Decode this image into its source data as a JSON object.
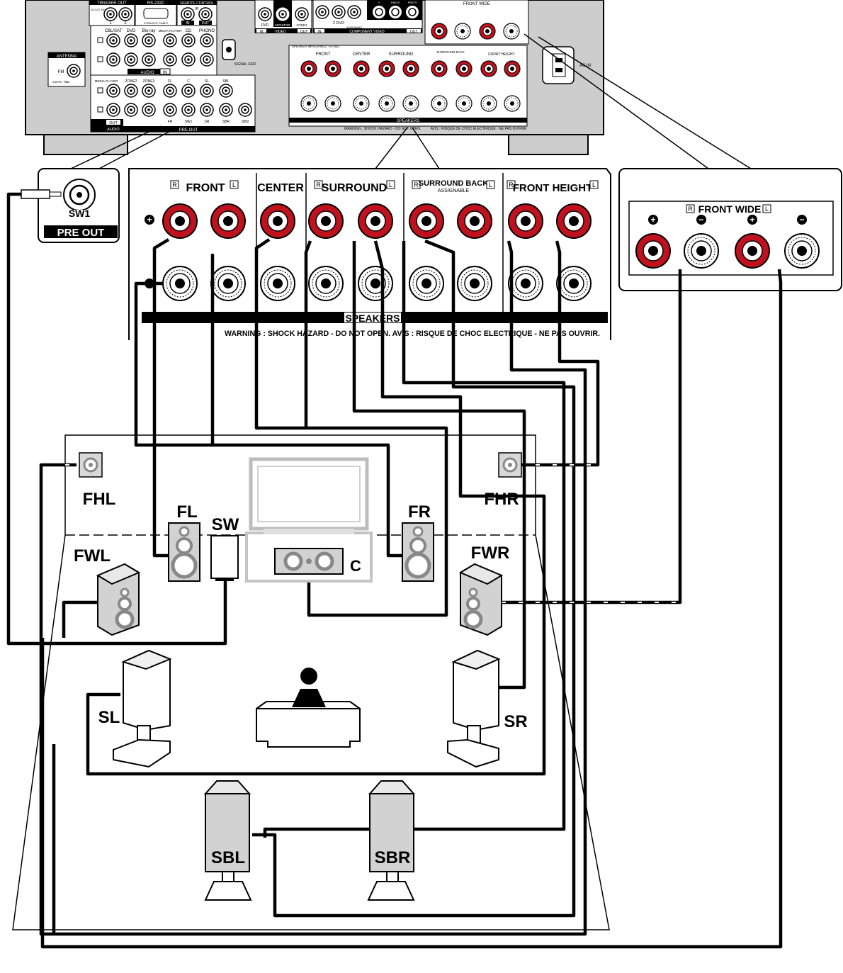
{
  "receiver": {
    "rear_labels": {
      "trigger_out": "TRIGGER OUT",
      "trigger_spec": "DC12V 150mA MAX.",
      "trigger_1": "1",
      "trigger_2": "2",
      "rs232c": "RS-232C",
      "straight_cable": "STRAIGHT CABLE",
      "remote_control": "REMOTE CONTROL",
      "remote_ir": "IR",
      "remote_in": "IN",
      "remote_out": "OUT",
      "antenna": "ANTENNA",
      "fm": "FM",
      "coax": "COAX. 75Ω",
      "audio_inputs": [
        "CBL/SAT",
        "DVD",
        "Blu-ray",
        "MEDIA PLAYER",
        "CD",
        "PHONO"
      ],
      "audio_in": "AUDIO",
      "audio_in_tag": "IN",
      "signal_gnd": "SIGNAL GND",
      "preout_top": [
        "MEDIA PLAYER",
        "ZONE2",
        "ZONE3",
        "FL",
        "C",
        "SL",
        "SBL"
      ],
      "preout_bottom": [
        "FR",
        "SW1",
        "SR",
        "SBR",
        "SW2"
      ],
      "audio_out_tag": "OUT",
      "audio_out": "AUDIO",
      "pre_out": "PRE OUT",
      "video_inputs": [
        "DVD",
        "MONITOR",
        "ZONE2"
      ],
      "video_in": "IN",
      "video": "VIDEO",
      "video_out": "OUT",
      "component_in": "IN",
      "component_video": "COMPONENT VIDEO",
      "component_out": "OUT",
      "component_2dvd": "2 DVD",
      "assignable": "ASSIGNABLE",
      "component_cols": [
        "Y",
        "PB/CB",
        "PR/CR"
      ],
      "speaker_impedance": "SPEAKER IMPEDANCE : 6~16Ω",
      "front_wide": "FRONT WIDE",
      "front": "FRONT",
      "center": "CENTER",
      "surround": "SURROUND",
      "surround_back": "SURROUND BACK",
      "surround_back_sub": "ASSIGNABLE",
      "front_height": "FRONT HEIGHT",
      "speakers": "SPEAKERS",
      "warning": "WARNING : SHOCK HAZARD - DO NOT OPEN.",
      "avis": "AVIS : RISQUE DE CHOC ELECTRIQUE - NE PAS OUVRIR.",
      "ac_in": "AC IN"
    }
  },
  "callouts": {
    "sw1_label": "SW1",
    "pre_out_label": "PRE OUT",
    "terminals": {
      "front": "FRONT",
      "center": "CENTER",
      "surround": "SURROUND",
      "surround_back": "SURROUND BACK",
      "surround_back_sub": "ASSIGNABLE",
      "front_height": "FRONT HEIGHT",
      "speakers": "SPEAKERS",
      "warning": "WARNING : SHOCK HAZARD - DO NOT OPEN.   AVIS : RISQUE DE CHOC ELECTRIQUE - NE PAS OUVRIR.",
      "r_mark": "R",
      "l_mark": "L",
      "plus": "+",
      "minus": "−"
    },
    "front_wide": {
      "title": "FRONT WIDE",
      "r_mark": "R",
      "l_mark": "L"
    }
  },
  "speakers": {
    "fhl": "FHL",
    "fhr": "FHR",
    "fl": "FL",
    "fr": "FR",
    "sw": "SW",
    "c": "C",
    "fwl": "FWL",
    "fwr": "FWR",
    "sl": "SL",
    "sr": "SR",
    "sbl": "SBL",
    "sbr": "SBR"
  },
  "colors": {
    "terminal_red": "#c0121e",
    "chassis": "#c8c8c8",
    "speaker_gray": "#d2d2d2",
    "wire": "#000000"
  }
}
